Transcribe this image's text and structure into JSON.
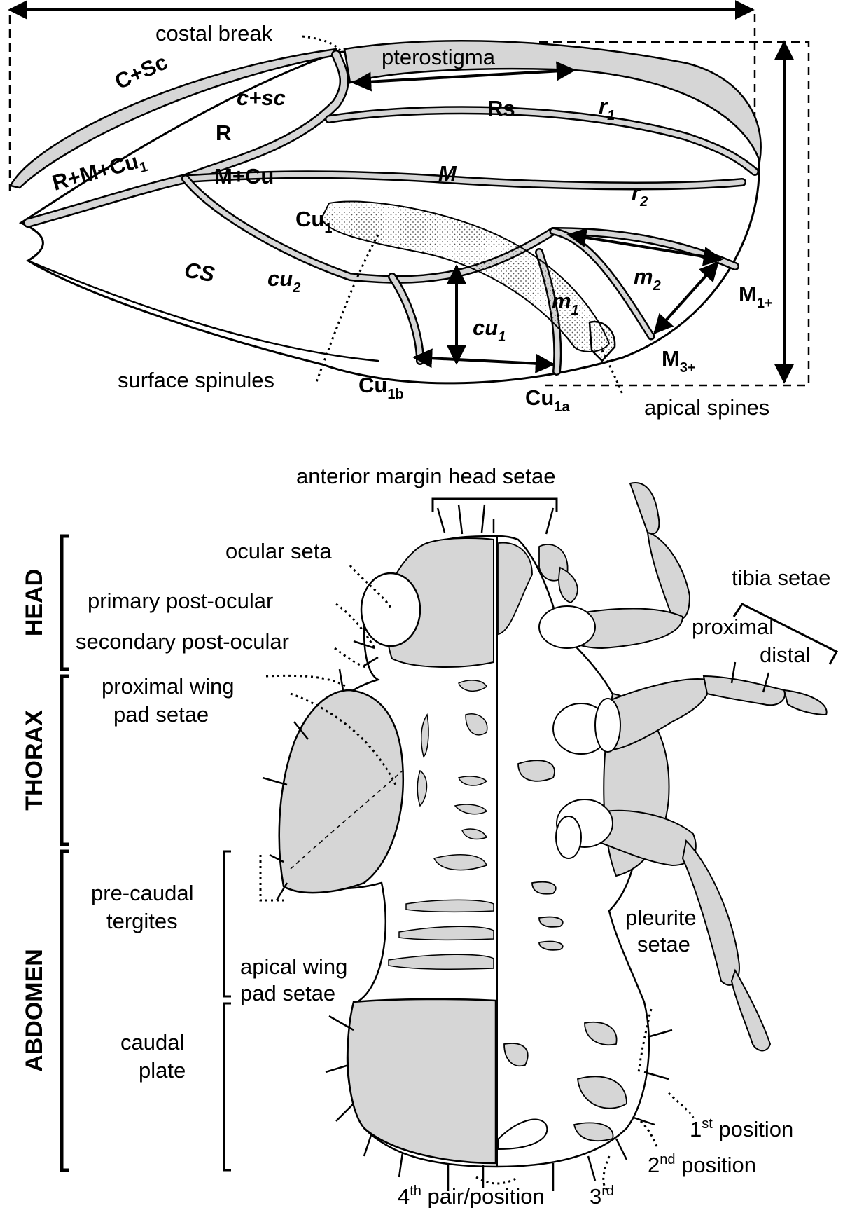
{
  "wing": {
    "costal_break": "costal break",
    "pterostigma": "pterostigma",
    "c_sc_vein": "C+Sc",
    "c_sc_cell": "c+sc",
    "r_vein": "R",
    "rs_vein": "Rs",
    "r1_base": "r",
    "r1_sub": "1",
    "r_m_cu1_main": "R+M+Cu",
    "r_m_cu1_sub": "1",
    "m_cu_vein": "M+Cu",
    "m_vein": "M",
    "r2_base": "r",
    "r2_sub": "2",
    "cu1_vein_base": "Cu",
    "cu1_vein_sub": "1",
    "cs_vein": "CS",
    "cu2_base": "cu",
    "cu2_sub": "2",
    "m2_base": "m",
    "m2_sub": "2",
    "m1_base": "m",
    "m1_sub": "1",
    "cu1_cell_base": "cu",
    "cu1_cell_sub": "1",
    "m1plus_base": "M",
    "m1plus_sub": "1+",
    "m3plus_base": "M",
    "m3plus_sub": "3+",
    "cu1b_base": "Cu",
    "cu1b_sub": "1b",
    "cu1a_base": "Cu",
    "cu1a_sub": "1a",
    "surface_spinules": "surface spinules",
    "apical_spines": "apical spines"
  },
  "nymph": {
    "anterior_margin": "anterior margin head setae",
    "ocular_seta": "ocular seta",
    "primary_post_ocular": "primary post-ocular",
    "secondary_post_ocular": "secondary post-ocular",
    "tibia_setae": "tibia setae",
    "proximal": "proximal",
    "distal": "distal",
    "proximal_wing_1": "proximal wing",
    "proximal_wing_2": "pad setae",
    "pre_caudal_1": "pre-caudal",
    "pre_caudal_2": "tergites",
    "apical_wing_1": "apical wing",
    "apical_wing_2": "pad setae",
    "pleurite_1": "pleurite",
    "pleurite_2": "setae",
    "caudal_1": "caudal",
    "caudal_2": "plate",
    "pos1_num": "1",
    "pos1_sup": "st",
    "pos1_word": " position",
    "pos2_num": "2",
    "pos2_sup": "nd",
    "pos2_word": " position",
    "pos4_num": "4",
    "pos4_sup": "th",
    "pos4_word": " pair/position",
    "pos3_num": "3",
    "pos3_sup": "rd"
  },
  "regions": {
    "head": "HEAD",
    "thorax": "THORAX",
    "abdomen": "ABDOMEN"
  },
  "colors": {
    "fill": "#d6d6d6",
    "line": "#000000",
    "background": "#ffffff"
  }
}
